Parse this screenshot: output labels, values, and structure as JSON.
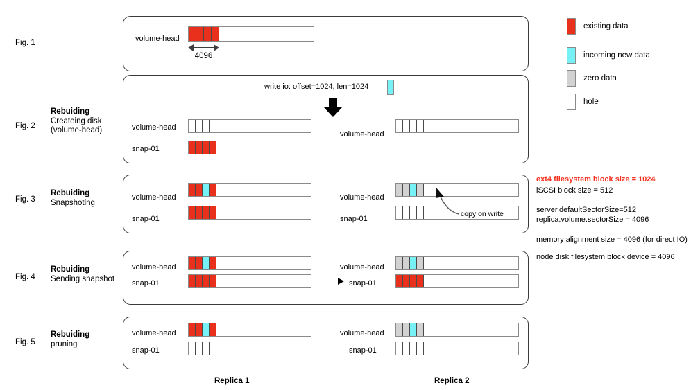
{
  "figures": [
    {
      "number": "Fig. 1",
      "title": "",
      "subtitle": "",
      "rows_left": [
        {
          "label": "volume-head",
          "cells": [
            "red",
            "red",
            "red",
            "red",
            "empty"
          ]
        }
      ],
      "rows_right": [],
      "dimension_label": "4096"
    },
    {
      "number": "Fig. 2",
      "title": "Rebuiding",
      "subtitle": "Createing disk\n(volume-head)",
      "subtitle_line1": "Createing disk",
      "subtitle_line2": "(volume-head)",
      "write_io_text": "write io: offset=1024, len=1024",
      "rows_left": [
        {
          "label": "volume-head",
          "cells": [
            "hole",
            "hole",
            "hole",
            "hole",
            "empty"
          ]
        },
        {
          "label": "snap-01",
          "cells": [
            "red",
            "red",
            "red",
            "red",
            "empty"
          ]
        }
      ],
      "rows_right": [
        {
          "label": "volume-head",
          "cells": [
            "hole",
            "hole",
            "hole",
            "hole",
            "empty"
          ]
        }
      ]
    },
    {
      "number": "Fig. 3",
      "title": "Rebuiding",
      "subtitle": "Snapshoting",
      "rows_left": [
        {
          "label": "volume-head",
          "cells": [
            "red",
            "red",
            "cyan",
            "red",
            "empty"
          ]
        },
        {
          "label": "snap-01",
          "cells": [
            "red",
            "red",
            "red",
            "red",
            "empty"
          ]
        }
      ],
      "rows_right": [
        {
          "label": "volume-head",
          "cells": [
            "zero",
            "zero",
            "cyan",
            "zero",
            "empty"
          ]
        },
        {
          "label": "snap-01",
          "cells": [
            "hole",
            "hole",
            "hole",
            "hole",
            "empty"
          ]
        }
      ],
      "annotation": "copy on write"
    },
    {
      "number": "Fig. 4",
      "title": "Rebuiding",
      "subtitle": "Sending snapshot",
      "rows_left": [
        {
          "label": "volume-head",
          "cells": [
            "red",
            "red",
            "cyan",
            "red",
            "empty"
          ]
        },
        {
          "label": "snap-01",
          "cells": [
            "red",
            "red",
            "red",
            "red",
            "empty"
          ]
        }
      ],
      "rows_right": [
        {
          "label": "volume-head",
          "cells": [
            "zero",
            "zero",
            "cyan",
            "zero",
            "empty"
          ]
        },
        {
          "label": "snap-01",
          "cells": [
            "red",
            "red",
            "red",
            "red",
            "empty"
          ]
        }
      ]
    },
    {
      "number": "Fig. 5",
      "title": "Rebuiding",
      "subtitle": "pruning",
      "rows_left": [
        {
          "label": "volume-head",
          "cells": [
            "red",
            "red",
            "cyan",
            "red",
            "empty"
          ]
        },
        {
          "label": "snap-01",
          "cells": [
            "hole",
            "hole",
            "hole",
            "hole",
            "empty"
          ]
        }
      ],
      "rows_right": [
        {
          "label": "volume-head",
          "cells": [
            "zero",
            "zero",
            "cyan",
            "zero",
            "empty"
          ]
        },
        {
          "label": "snap-01",
          "cells": [
            "hole",
            "hole",
            "hole",
            "hole",
            "empty"
          ]
        }
      ]
    }
  ],
  "legend": {
    "items": [
      {
        "label": "existing data",
        "color": "#e8301c",
        "key": "existing-data"
      },
      {
        "label": "incoming new data",
        "color": "#76f2f7",
        "key": "incoming-new-data"
      },
      {
        "label": "zero data",
        "color": "#d2d2d2",
        "key": "zero-data"
      },
      {
        "label": "hole",
        "color": "#ffffff",
        "key": "hole"
      }
    ]
  },
  "notes": [
    {
      "text": "ext4 filesystem block size = 1024",
      "highlight": true
    },
    {
      "text": "iSCSI block size = 512",
      "highlight": false
    },
    {
      "text": "server.defaultSectorSize=512",
      "highlight": false
    },
    {
      "text": "replica.volume.sectorSize = 4096",
      "highlight": false
    },
    {
      "text": "memory alignment size = 4096 (for direct IO)",
      "highlight": false
    },
    {
      "text": "node disk filesystem block device = 4096",
      "highlight": false
    }
  ],
  "footer": {
    "replica1": "Replica 1",
    "replica2": "Replica 2"
  },
  "colors": {
    "existing": "#e8301c",
    "incoming": "#76f2f7",
    "zero": "#d2d2d2",
    "hole": "#ffffff",
    "accent_red_text": "#f4321f",
    "panel_border": "#3b3b3b"
  }
}
